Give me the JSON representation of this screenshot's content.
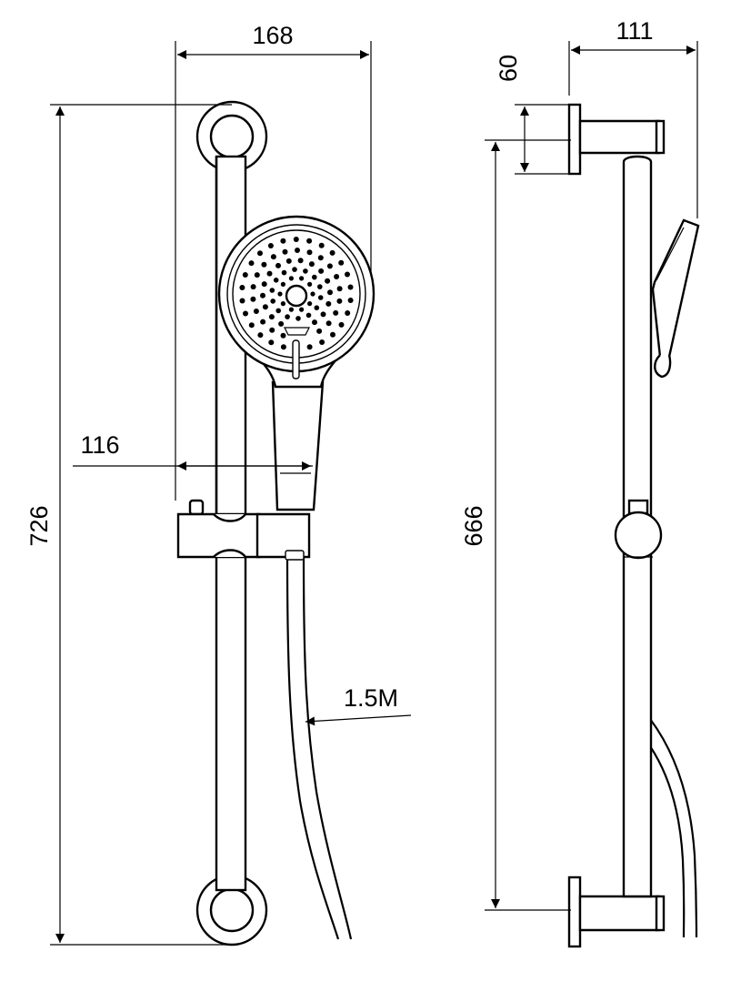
{
  "dimensions": {
    "overall_width": "168",
    "handset_offset": "116",
    "overall_height": "726",
    "rail_length": "666",
    "bracket_height": "60",
    "projection": "111",
    "hose_length": "1.5M"
  },
  "colors": {
    "line": "#000000",
    "background": "#ffffff"
  }
}
